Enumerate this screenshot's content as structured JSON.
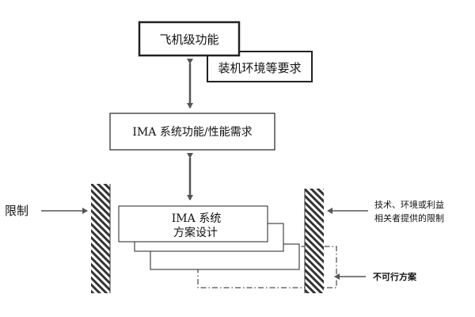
{
  "colors": {
    "line": "#222222",
    "arrow": "#555555",
    "hatch": "#333333",
    "background": "#ffffff"
  },
  "boxes": {
    "aircraft_function": "飞机级功能",
    "installation_env": "装机环境等要求",
    "ima_requirements": "IMA 系统功能/性能需求",
    "ima_design_line1": "IMA 系统",
    "ima_design_line2": "方案设计"
  },
  "labels": {
    "constraints": "限制",
    "stakeholder_line1": "技术、环境或利益",
    "stakeholder_line2": "相关者提供的限制",
    "infeasible": "不可行方案"
  }
}
